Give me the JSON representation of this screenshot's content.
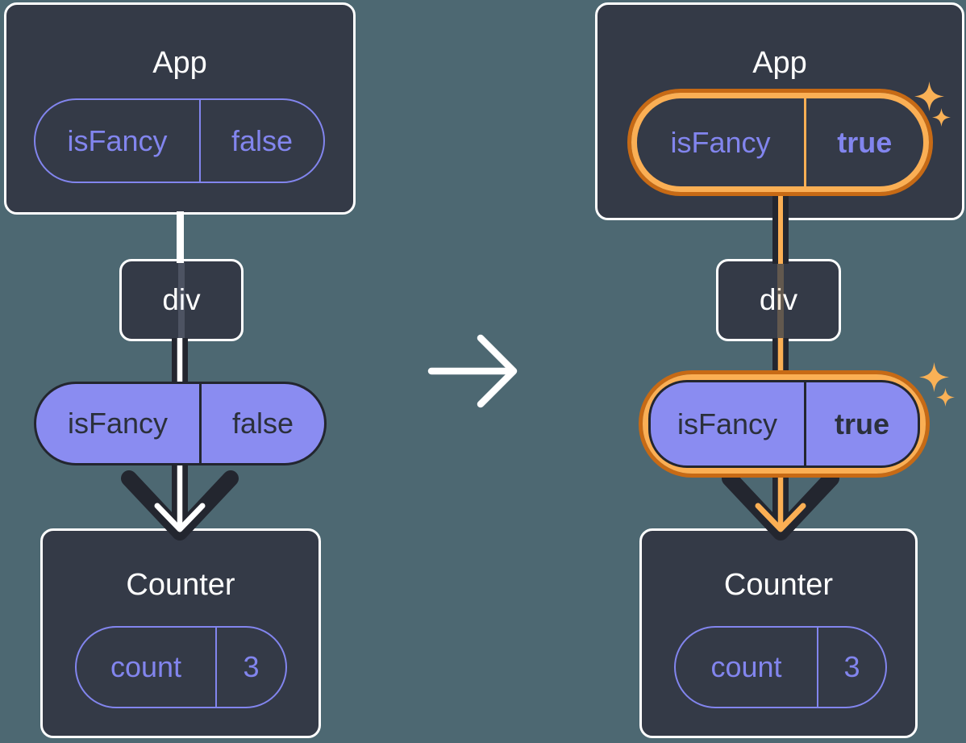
{
  "before": {
    "app": {
      "title": "App",
      "state": {
        "key": "isFancy",
        "value": "false"
      }
    },
    "middle": {
      "label": "div"
    },
    "prop": {
      "key": "isFancy",
      "value": "false"
    },
    "counter": {
      "title": "Counter",
      "state": {
        "key": "count",
        "value": "3"
      }
    }
  },
  "after": {
    "app": {
      "title": "App",
      "state": {
        "key": "isFancy",
        "value": "true"
      }
    },
    "middle": {
      "label": "div"
    },
    "prop": {
      "key": "isFancy",
      "value": "true"
    },
    "counter": {
      "title": "Counter",
      "state": {
        "key": "count",
        "value": "3"
      }
    }
  },
  "icons": {
    "transition": "right-arrow-icon",
    "flow": "arrow-down-icon",
    "highlight": "sparkle-icon"
  },
  "colors": {
    "background": "#4D6872",
    "card": "#343A47",
    "white": "#FFFFFF",
    "purple": "#8285EE",
    "purple_fill": "#8A8CF1",
    "dark": "#23262F",
    "dark_text": "#2B303B",
    "orange_light": "#FBAF54",
    "orange_dark": "#C76A15",
    "sparkle": "#F9B156"
  }
}
